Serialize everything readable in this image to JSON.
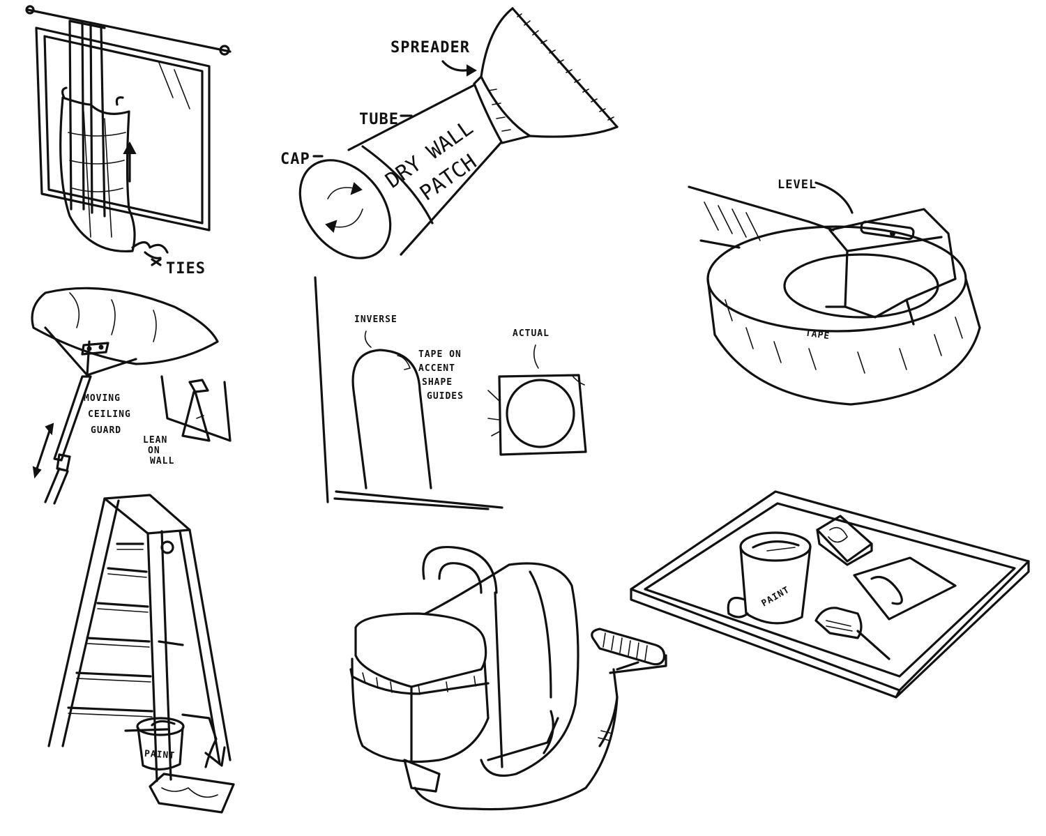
{
  "labels": {
    "ties": "TIES",
    "spreader": "SPREADER",
    "tube": "TUBE",
    "cap": "CAP",
    "drywall_line1": "DRY WALL",
    "drywall_line2": "PATCH",
    "level": "LEVEL",
    "tape": "TAPE",
    "inverse": "INVERSE",
    "tape_on_line1": "TAPE ON",
    "tape_on_line2": "ACCENT",
    "tape_on_line3": "SHAPE",
    "tape_on_line4": "GUIDES",
    "actual": "ACTUAL",
    "ceiling_line1": "MOVING",
    "ceiling_line2": "CEILING",
    "ceiling_line3": "GUARD",
    "lean_line1": "LEAN",
    "lean_line2": "ON",
    "lean_line3": "WALL",
    "paint_ladder": "PAINT",
    "paint_tray": "PAINT"
  }
}
